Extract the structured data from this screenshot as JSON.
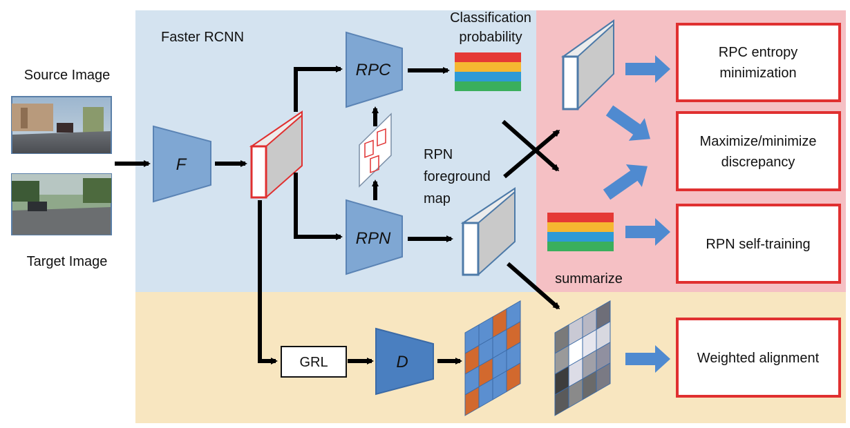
{
  "regions": {
    "main_label": "Faster RCNN"
  },
  "labels": {
    "source_image": "Source Image",
    "target_image": "Target Image",
    "cls_prob_line1": "Classification",
    "cls_prob_line2": "probability",
    "rpn_map_line1": "RPN",
    "rpn_map_line2": "foreground",
    "rpn_map_line3": "map",
    "summarize": "summarize"
  },
  "modules": {
    "f": "F",
    "rpc": "RPC",
    "rpn": "RPN",
    "d": "D",
    "grl": "GRL"
  },
  "outputs": {
    "entropy_line1": "RPC entropy",
    "entropy_line2": "minimization",
    "discrepancy_line1": "Maximize/minimize",
    "discrepancy_line2": "discrepancy",
    "self_training": "RPN self-training",
    "weighted": "Weighted alignment"
  },
  "colors": {
    "blue_region": "#d4e3f0",
    "yellow_region": "#f8e6c0",
    "red_region": "#f5c0c4",
    "module_blue": "#7fa7d3",
    "module_dark_blue": "#4a7fc0",
    "output_border": "#e03030",
    "stripe_red": "#e53935",
    "stripe_yellow": "#f5b731",
    "stripe_blue": "#2e9ad6",
    "stripe_green": "#3aaf5c",
    "arrow_blue": "#4f8ad0",
    "grid_orange": "#d2692e"
  }
}
